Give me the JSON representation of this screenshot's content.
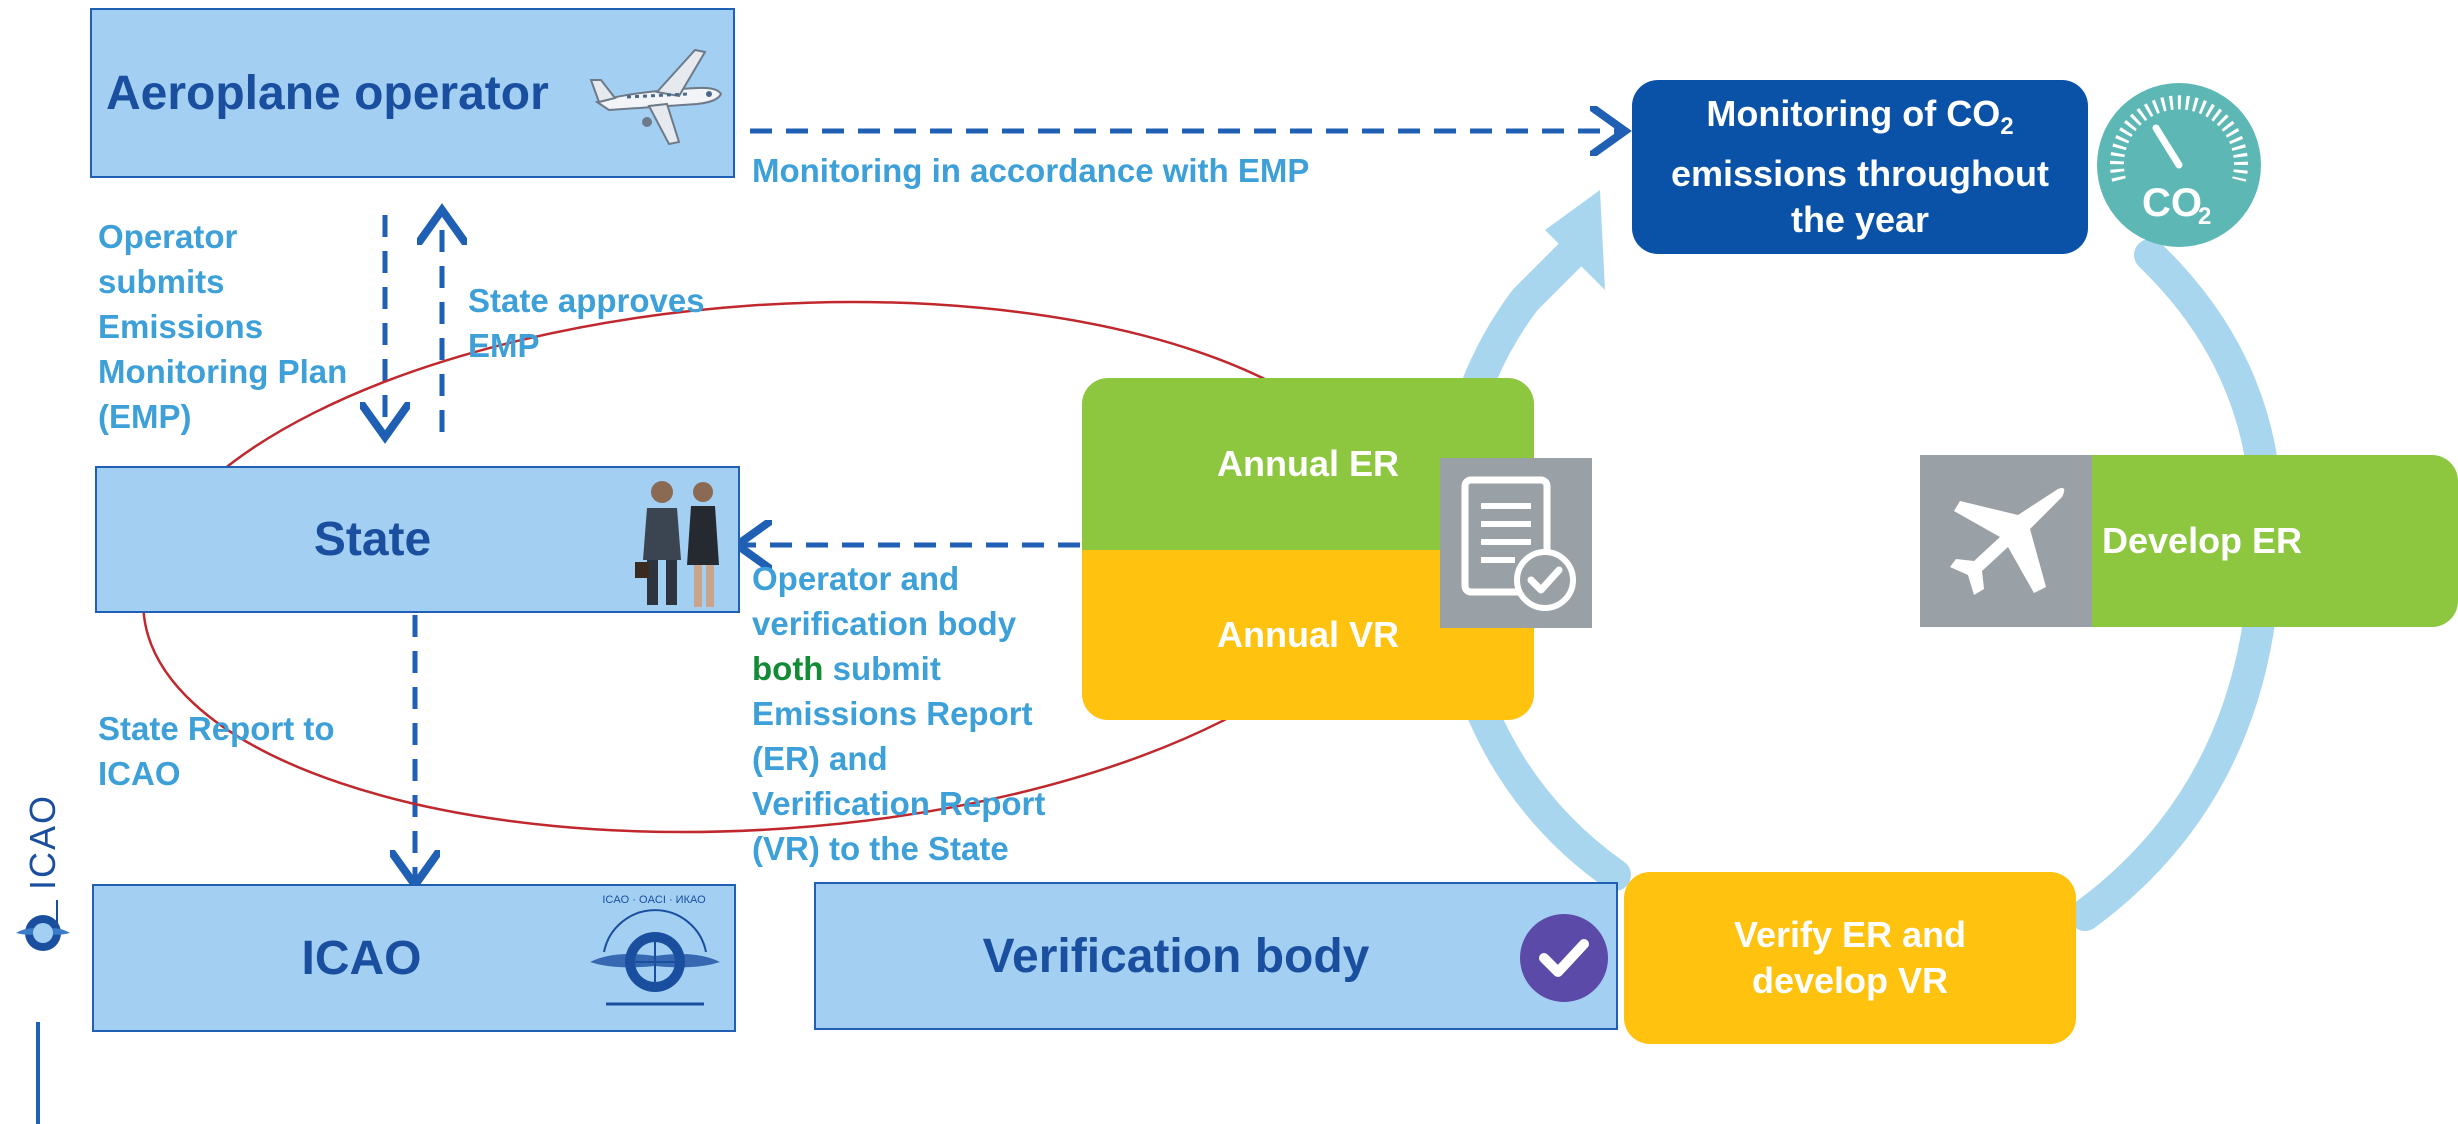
{
  "entities": {
    "aeroplane_operator": "Aeroplane operator",
    "state": "State",
    "icao": "ICAO",
    "verification_body": "Verification body"
  },
  "labels": {
    "monitoring_emp": "Monitoring in accordance with EMP",
    "operator_submits": [
      "Operator",
      "submits",
      "Emissions",
      "Monitoring Plan",
      "(EMP)"
    ],
    "state_approves": [
      "State approves",
      "EMP"
    ],
    "state_report": [
      "State Report to",
      "ICAO"
    ],
    "both_submit": {
      "line1": "Operator and",
      "line2": "verification body",
      "both_word": "both",
      "both_rest": " submit",
      "line4": "Emissions Report",
      "line5": "(ER) and",
      "line6": "Verification Report",
      "line7": "(VR) to the State"
    }
  },
  "cycle": {
    "monitoring": {
      "line1_pre": "Monitoring of CO",
      "line1_sub": "2",
      "line2": "emissions throughout",
      "line3": "the year"
    },
    "develop_er": "Develop ER",
    "verify": [
      "Verify ER and",
      "develop VR"
    ],
    "annual_er": "Annual ER",
    "annual_vr": "Annual VR"
  },
  "co2_badge": {
    "text": "CO",
    "sub": "2"
  },
  "logo": {
    "icao_vertical": "ICAO",
    "emblem_text": "ICAO · OACI · ИКАО"
  },
  "icons": [
    "airplane-icon",
    "people-icon",
    "icao-emblem-icon",
    "document-check-icon",
    "plane-silhouette-icon",
    "checkmark-badge-icon",
    "co2-gauge-icon"
  ],
  "colors": {
    "entity_fill": "#a3cff2",
    "entity_border": "#1f5fb4",
    "entity_text": "#1a4fa0",
    "label_text": "#3ea0d8",
    "dark_blue": "#0a52a8",
    "green": "#8dc63f",
    "yellow": "#ffc20e",
    "teal": "#5db8b5",
    "gray": "#9aa1a6",
    "arrow_blue": "#1f5fb4",
    "cycle_ring": "#a9d6ef",
    "ellipse_red": "#c0282d",
    "both_green": "#138a36"
  }
}
